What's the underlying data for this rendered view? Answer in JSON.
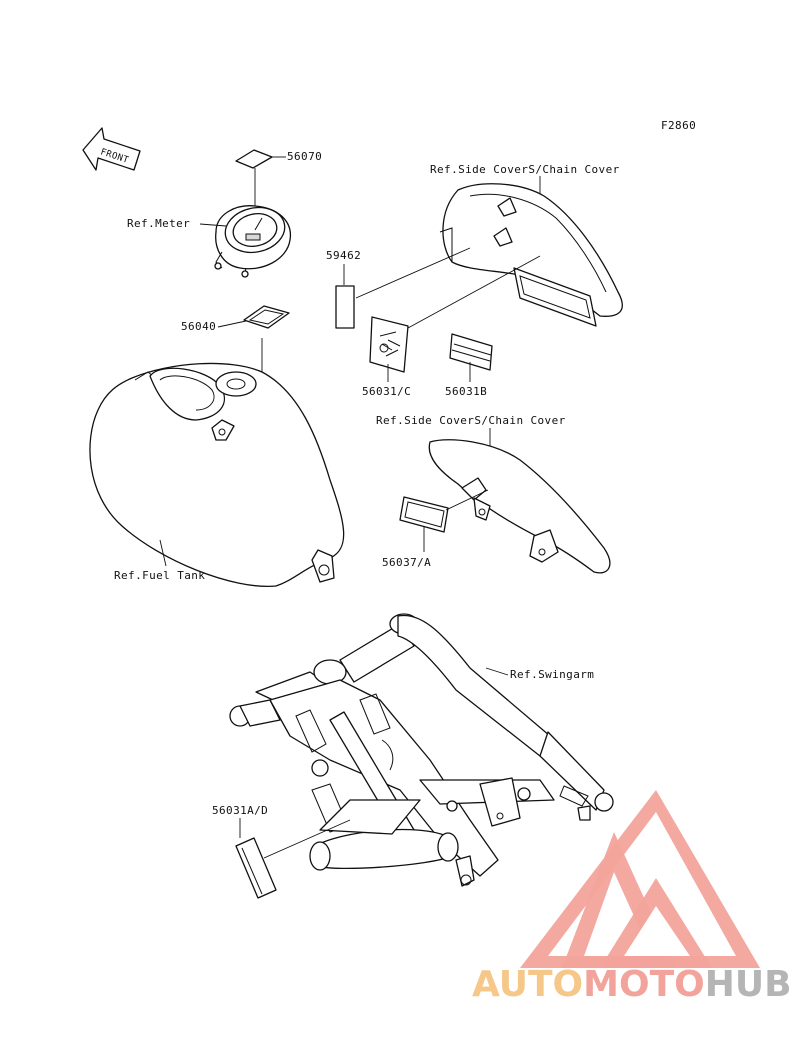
{
  "figure_code": "F2860",
  "front_arrow_label": "FRONT",
  "labels": {
    "p56070": "56070",
    "ref_meter": "Ref.Meter",
    "p59462": "59462",
    "ref_side_cover_top": "Ref.Side CoverS/Chain Cover",
    "p56040": "56040",
    "p56031c": "56031/C",
    "p56031b": "56031B",
    "ref_side_cover_mid": "Ref.Side CoverS/Chain Cover",
    "p56037a": "56037/A",
    "ref_fuel_tank": "Ref.Fuel Tank",
    "ref_swingarm": "Ref.Swingarm",
    "p56031ad": "56031A/D"
  },
  "watermark": {
    "part1": "AUTO",
    "part2": "MOTO",
    "part3": "HUB",
    "color_logo": "#f2a39b",
    "color_orange": "#f5c88a",
    "color_red": "#f2a39b",
    "color_grey": "#b5b5b5"
  }
}
